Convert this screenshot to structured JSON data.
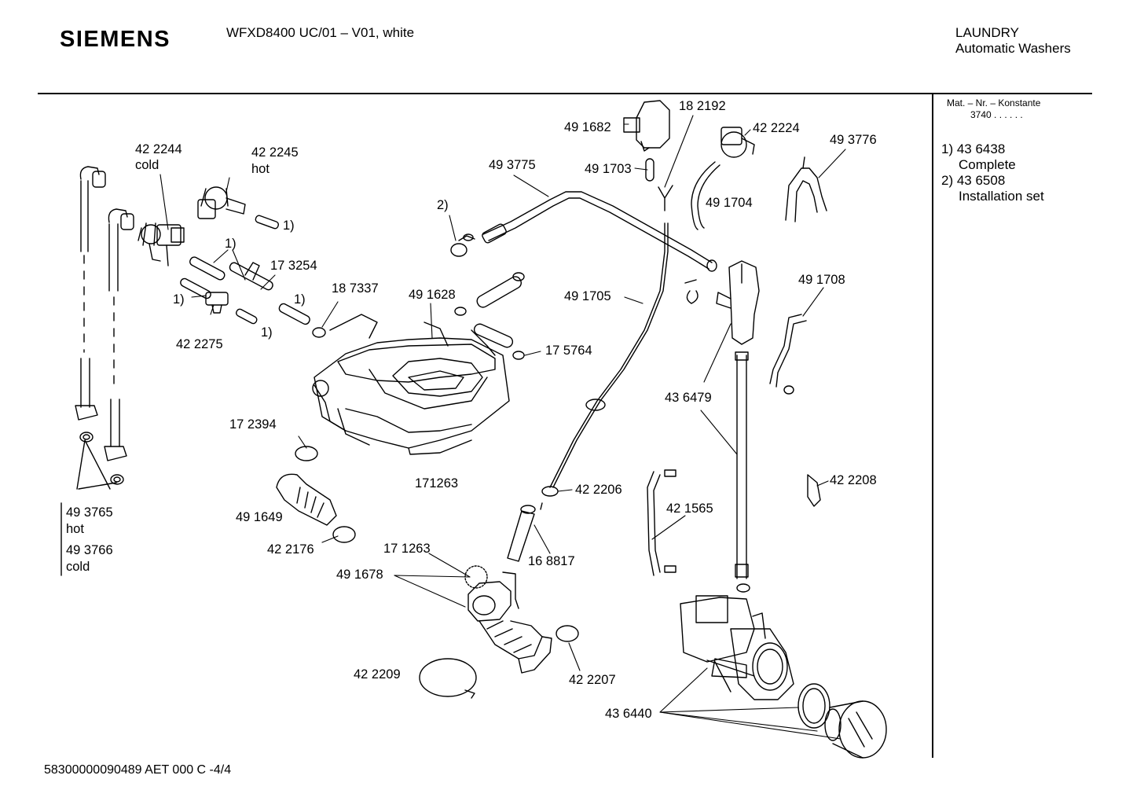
{
  "header": {
    "brand": "SIEMENS",
    "model": "WFXD8400 UC/01 – V01, white",
    "category_line1": "LAUNDRY",
    "category_line2": "Automatic Washers"
  },
  "sidebar": {
    "mat_nr_label": "Mat. – Nr. – Konstante",
    "mat_nr_value": "3740  .  .    .  .  .  .",
    "notes": [
      {
        "line1": "1) 43 6438",
        "line2": "Complete"
      },
      {
        "line1": "2) 43 6508",
        "line2": "Installation set"
      }
    ]
  },
  "footer": {
    "doc_id": "58300000090489 AET 000 C -4/4"
  },
  "labels": [
    {
      "id": "p422244",
      "text": "42 2244"
    },
    {
      "id": "cold1",
      "text": "cold"
    },
    {
      "id": "p422245",
      "text": "42 2245"
    },
    {
      "id": "hot1",
      "text": "hot"
    },
    {
      "id": "n1a",
      "text": "1)"
    },
    {
      "id": "n1b",
      "text": "1)"
    },
    {
      "id": "p173254",
      "text": "17 3254"
    },
    {
      "id": "n1c",
      "text": "1)"
    },
    {
      "id": "n1d",
      "text": "1)"
    },
    {
      "id": "n1e",
      "text": "1)"
    },
    {
      "id": "p422275",
      "text": "42 2275"
    },
    {
      "id": "p187337",
      "text": "18 7337"
    },
    {
      "id": "p491628",
      "text": "49 1628"
    },
    {
      "id": "n2",
      "text": "2)"
    },
    {
      "id": "p493775",
      "text": "49 3775"
    },
    {
      "id": "p491682",
      "text": "49 1682"
    },
    {
      "id": "p182192",
      "text": "18 2192"
    },
    {
      "id": "p491703",
      "text": "49 1703"
    },
    {
      "id": "p422224",
      "text": "42 2224"
    },
    {
      "id": "p493776",
      "text": "49 3776"
    },
    {
      "id": "p491704",
      "text": "49 1704"
    },
    {
      "id": "p491705",
      "text": "49 1705"
    },
    {
      "id": "p491708",
      "text": "49 1708"
    },
    {
      "id": "p175764",
      "text": "17 5764"
    },
    {
      "id": "p436479",
      "text": "43 6479"
    },
    {
      "id": "p172394",
      "text": "17 2394"
    },
    {
      "id": "p171263a",
      "text": "171263"
    },
    {
      "id": "p422206",
      "text": "42 2206"
    },
    {
      "id": "p422208",
      "text": "42 2208"
    },
    {
      "id": "p421565",
      "text": "42 1565"
    },
    {
      "id": "p493765",
      "text": "49 3765"
    },
    {
      "id": "hot2",
      "text": "hot"
    },
    {
      "id": "p493766",
      "text": "49 3766"
    },
    {
      "id": "cold2",
      "text": "cold"
    },
    {
      "id": "p491649",
      "text": "49 1649"
    },
    {
      "id": "p422176",
      "text": "42 2176"
    },
    {
      "id": "p171263b",
      "text": "17 1263"
    },
    {
      "id": "p168817",
      "text": "16 8817"
    },
    {
      "id": "p491678",
      "text": "49 1678"
    },
    {
      "id": "p422209",
      "text": "42 2209"
    },
    {
      "id": "p422207",
      "text": "42 2207"
    },
    {
      "id": "p436440",
      "text": "43 6440"
    }
  ]
}
